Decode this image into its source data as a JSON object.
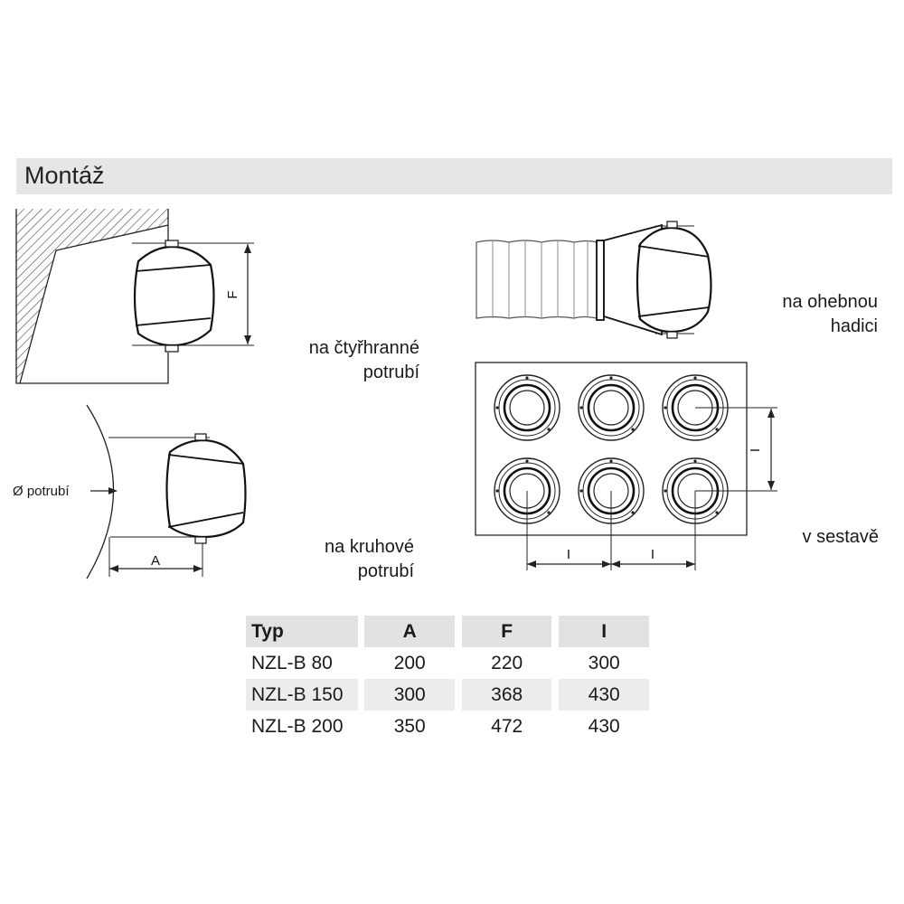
{
  "header": {
    "title": "Montáž"
  },
  "labels": {
    "square_duct": [
      "na čtyřhranné",
      "potrubí"
    ],
    "round_duct": [
      "na kruhové",
      "potrubí"
    ],
    "flexible_hose": [
      "na ohebnou",
      "hadici"
    ],
    "assembly": [
      "v sestavě"
    ],
    "pipe_diameter": "Ø potrubí"
  },
  "dimension_letters": {
    "a": "A",
    "f": "F",
    "i": "I"
  },
  "table": {
    "headers": [
      "Typ",
      "A",
      "F",
      "I"
    ],
    "rows": [
      [
        "NZL-B 80",
        "200",
        "220",
        "300"
      ],
      [
        "NZL-B 150",
        "300",
        "368",
        "430"
      ],
      [
        "NZL-B 200",
        "350",
        "472",
        "430"
      ]
    ]
  }
}
